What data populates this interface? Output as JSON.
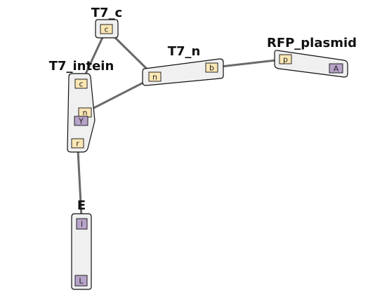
{
  "colors": {
    "binding_site": "#fbe7b4",
    "modification_site": "#b7a3c8",
    "molecule_fill": "#f0f0f0",
    "bond": "#6a6a6a"
  },
  "molecules": [
    {
      "id": "T7_c",
      "title": "T7_c",
      "sites": [
        {
          "id": "T7_c.c",
          "label": "c",
          "kind": "binding_site"
        }
      ]
    },
    {
      "id": "T7_n",
      "title": "T7_n",
      "sites": [
        {
          "id": "T7_n.n",
          "label": "n",
          "kind": "binding_site"
        },
        {
          "id": "T7_n.b",
          "label": "b",
          "kind": "binding_site"
        }
      ]
    },
    {
      "id": "RFP_plasmid",
      "title": "RFP_plasmid",
      "sites": [
        {
          "id": "RFP_plasmid.p",
          "label": "p",
          "kind": "binding_site"
        },
        {
          "id": "RFP_plasmid.A",
          "label": "A",
          "kind": "modification_site"
        }
      ]
    },
    {
      "id": "T7_intein",
      "title": "T7_intein",
      "sites": [
        {
          "id": "T7_intein.c",
          "label": "c",
          "kind": "binding_site"
        },
        {
          "id": "T7_intein.n",
          "label": "n",
          "kind": "binding_site"
        },
        {
          "id": "T7_intein.Y",
          "label": "Y",
          "kind": "modification_site"
        },
        {
          "id": "T7_intein.r",
          "label": "r",
          "kind": "binding_site"
        }
      ]
    },
    {
      "id": "E",
      "title": "E",
      "sites": [
        {
          "id": "E.l",
          "label": "l",
          "kind": "modification_site"
        },
        {
          "id": "E.L",
          "label": "L",
          "kind": "modification_site"
        }
      ]
    }
  ],
  "bonds": [
    {
      "from": "T7_c.c",
      "to": "T7_intein.c"
    },
    {
      "from": "T7_c.c",
      "to": "T7_n.n"
    },
    {
      "from": "T7_n.n",
      "to": "T7_intein.n"
    },
    {
      "from": "T7_n.b",
      "to": "RFP_plasmid.p"
    },
    {
      "from": "T7_intein.r",
      "to": "E.l"
    }
  ]
}
